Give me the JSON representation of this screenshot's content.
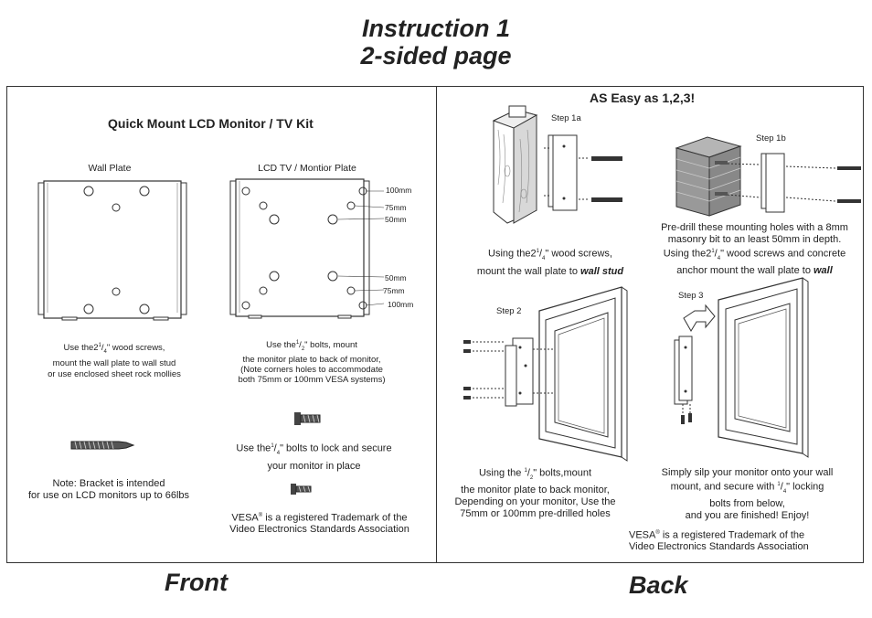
{
  "header": {
    "title_line1": "Instruction 1",
    "title_line2": "2-sided page"
  },
  "front": {
    "heading": "Quick Mount LCD Monitor / TV Kit",
    "wall_plate_label": "Wall Plate",
    "tv_plate_label": "LCD TV / Montior Plate",
    "dims": [
      "100mm",
      "75mm",
      "50mm",
      "50mm",
      "75mm",
      "100mm"
    ],
    "wall_plate_text": {
      "pre": "Use the2",
      "frac_num": "1",
      "frac_den": "4",
      "post": "\" wood screws,",
      "line2": "mount the wall plate to wall stud",
      "line3": "or use enclosed sheet rock mollies"
    },
    "tv_plate_text": {
      "pre": "Use the",
      "frac_num": "1",
      "frac_den": "2",
      "post": "\" bolts, mount",
      "line2": "the monitor plate to back of monitor,",
      "line3": "(Note corners holes to accommodate",
      "line4": "both 75mm or 100mm VESA systems)"
    },
    "lock_text": {
      "pre": "Use the",
      "frac_num": "1",
      "frac_den": "4",
      "post": "\" bolts to lock and secure",
      "line2": "your monitor in place"
    },
    "note_line1": "Note: Bracket is intended",
    "note_line2": "for use on LCD monitors up to 66lbs",
    "vesa_line1_pre": "VESA",
    "vesa_reg": "®",
    "vesa_line1_post": " is a registered Trademark of the",
    "vesa_line2": "Video Electronics Standards Association",
    "footer": "Front"
  },
  "back": {
    "heading": "AS Easy as 1,2,3!",
    "step1a_label": "Step 1a",
    "step1b_label": "Step 1b",
    "step2_label": "Step 2",
    "step3_label": "Step 3",
    "step1a_text": {
      "pre": "Using the2",
      "frac_num": "1",
      "frac_den": "4",
      "post": "\" wood screws,",
      "line2_pre": "mount the wall plate to ",
      "line2_emph": "wall stud"
    },
    "step1b_text": {
      "line1": "Pre-drill these mounting holes with a 8mm",
      "line2": "masonry bit to an least 50mm in depth.",
      "line3_pre": "Using the2",
      "frac_num": "1",
      "frac_den": "4",
      "line3_post": "\" wood screws and concrete",
      "line4_pre": "anchor mount the wall plate to ",
      "line4_emph": "wall"
    },
    "step2_text": {
      "pre": "Using the  ",
      "frac_num": "1",
      "frac_den": "2",
      "post": "\" bolts,mount",
      "line2": "the monitor plate to back monitor,",
      "line3": "Depending on your monitor, Use the",
      "line4": "75mm or 100mm pre-drilled holes"
    },
    "step3_text": {
      "line1": "Simply silp your monitor onto your wall",
      "line2_pre": "mount, and secure with ",
      "frac_num": "1",
      "frac_den": "4",
      "line2_post": "\" locking",
      "line3": "bolts from below,",
      "line4": "and you are finished! Enjoy!"
    },
    "vesa_line1_pre": "VESA",
    "vesa_reg": "®",
    "vesa_line1_post": " is a registered Trademark of the",
    "vesa_line2": "Video Electronics Standards Association",
    "footer": "Back"
  }
}
